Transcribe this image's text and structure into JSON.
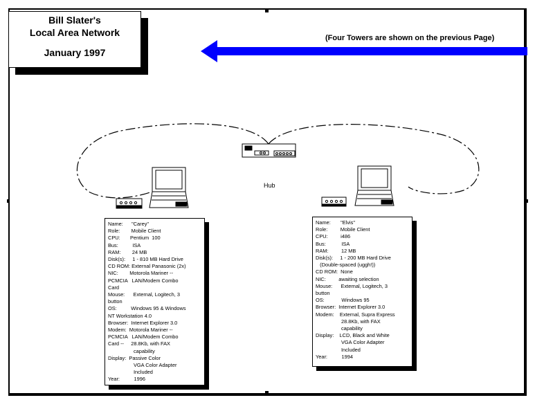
{
  "title": {
    "line1": "Bill Slater's",
    "line2": "Local Area Network",
    "date": "January 1997"
  },
  "note": "(Four Towers are shown on the previous Page)",
  "hub_label": "Hub",
  "icons": {
    "arrow": "left-arrow-icon",
    "hub": "network-hub-icon",
    "laptop": "laptop-icon",
    "modem": "modem-icon"
  },
  "colors": {
    "arrow": "#0000ff"
  },
  "cards": [
    {
      "id": "carey",
      "lines": [
        "Name:      \"Carey\"",
        "Role:        Mobile Client",
        "CPU:       Pentium  100",
        "Bus:          ISA",
        "RAM:        24 MB",
        "Disk(s):     1 - 810 MB Hard Drive",
        "CD ROM: External Panasonic (2x)",
        "NIC:        Motorola Mariner --",
        "PCMCIA   LAN/Modem Combo",
        "Card",
        "Mouse:      External, Logitech, 3",
        "button",
        "OS:          Windows 95 & Windows",
        "NT Workstation 4.0",
        "Browser:  Internet Explorer 3.0",
        "Modem:  Motorola Mariner --",
        "PCMCIA   LAN/Modem Combo",
        "Card --     28.8Kb, with FAX",
        "                  capability",
        "Display:  Passive Color",
        "                  VGA Color Adapter",
        "                  Included",
        "Year:          1996"
      ]
    },
    {
      "id": "elvis",
      "lines": [
        "Name:       \"Elvis\"",
        "Role:         Mobile Client",
        "CPU:         i486",
        "Bus:           ISA",
        "RAM:         12 MB",
        "Disk(s):     1 - 200 MB Hard Drive",
        "   (Double-spaced (uggh!))",
        "CD ROM:  None",
        "NIC:         awaiting selection",
        "Mouse:      External, Logitech, 3",
        "button",
        "OS:            Windows 95",
        "Browser:  Internet Explorer 3.0",
        "Modem:    External, Supra Express",
        "                  28.8Kb, with FAX",
        "                  capability",
        "Display:    LCD, Black and White",
        "                  VGA Color Adapter",
        "                  Included",
        "Year:          1994"
      ]
    }
  ]
}
